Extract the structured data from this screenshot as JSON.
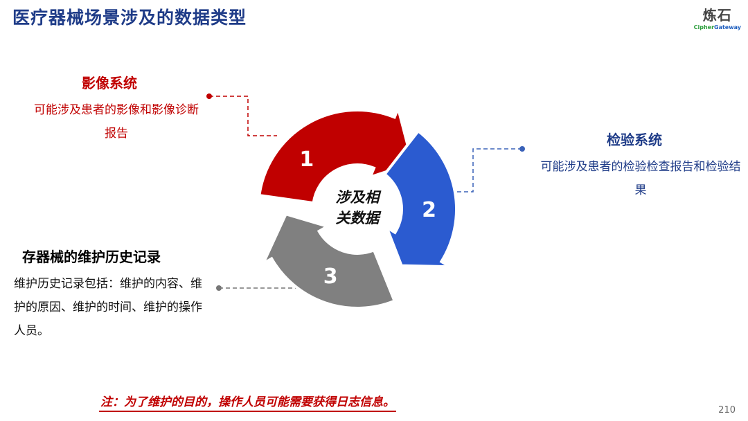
{
  "title": "医疗器械场景涉及的数据类型",
  "logo": {
    "cn": "炼石",
    "en_a": "Cipher",
    "en_b": "Gateway"
  },
  "center": {
    "line1": "涉及相",
    "line2": "关数据"
  },
  "steps": [
    {
      "num": "1",
      "color": "#c00000",
      "heading": "影像系统",
      "text": "可能涉及患者的影像和影像诊断报告"
    },
    {
      "num": "2",
      "color": "#2b5bd0",
      "heading": "检验系统",
      "text": "可能涉及患者的检验检查报告和检验结果"
    },
    {
      "num": "3",
      "color": "#808080",
      "heading": "存器械的维护历史记录",
      "text": "维护历史记录包括：维护的内容、维护的原因、维护的时间、维护的操作人员。"
    }
  ],
  "note": "注：为了维护的目的，操作人员可能需要获得日志信息。",
  "page_number": "210"
}
